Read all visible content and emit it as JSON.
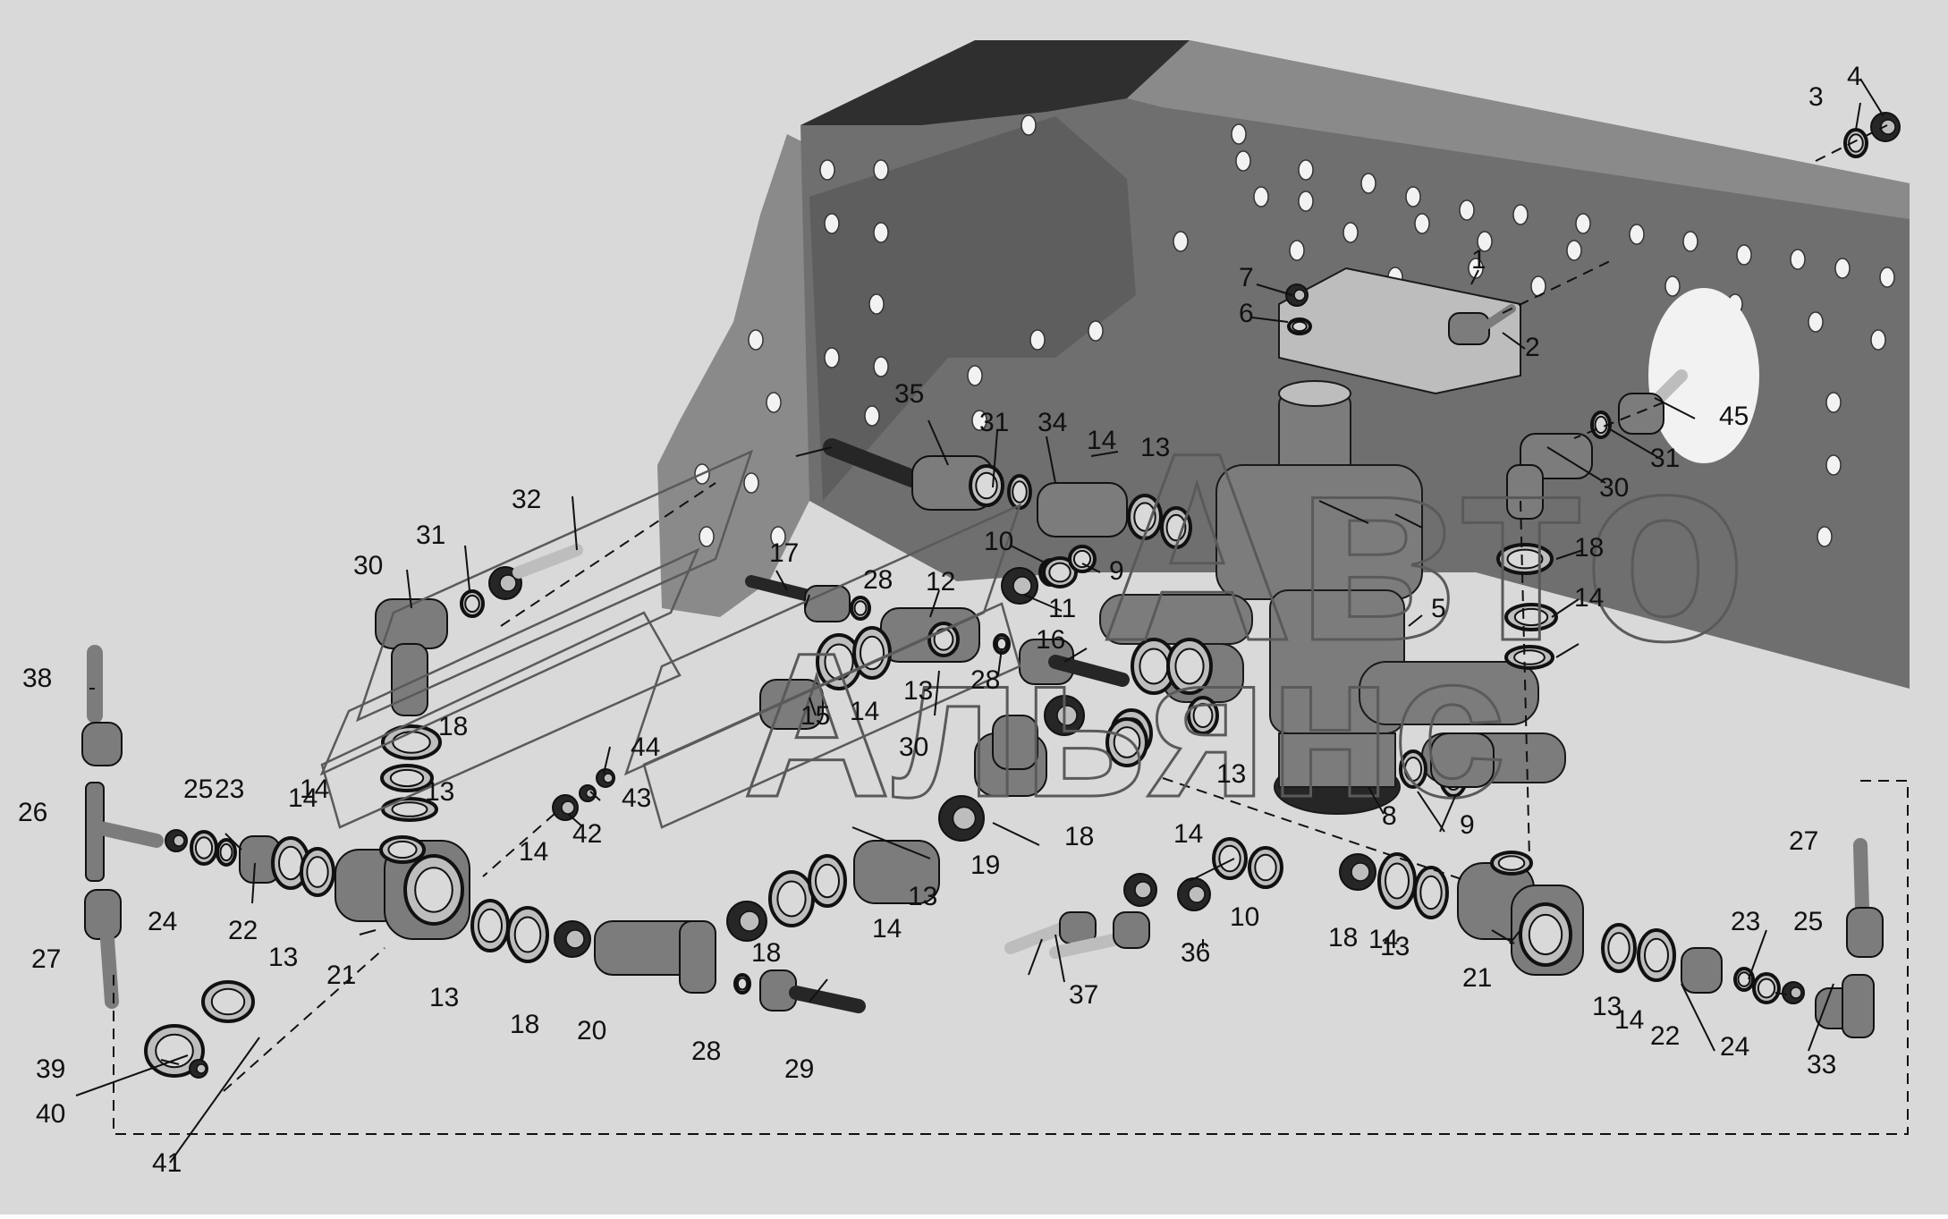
{
  "colors": {
    "background": "#d9d9d9",
    "frame": "#6f6f6f",
    "frame_dark": "#2f2f2f",
    "frame_side": "#8a8a8a",
    "part_dark": "#262626",
    "part_mid": "#7c7c7c",
    "part_light": "#bdbdbd",
    "white": "#f2f2f2"
  },
  "watermark": {
    "line1": "Авто",
    "line2": "Альянс"
  },
  "callouts": [
    "1",
    "2",
    "3",
    "4",
    "5",
    "6",
    "7",
    "8",
    "9",
    "10",
    "11",
    "12",
    "13",
    "14",
    "15",
    "16",
    "17",
    "18",
    "19",
    "20",
    "21",
    "22",
    "23",
    "24",
    "25",
    "26",
    "27",
    "28",
    "29",
    "30",
    "31",
    "32",
    "33",
    "34",
    "35",
    "36",
    "37",
    "38",
    "39",
    "40",
    "41",
    "42",
    "43",
    "44",
    "45"
  ]
}
